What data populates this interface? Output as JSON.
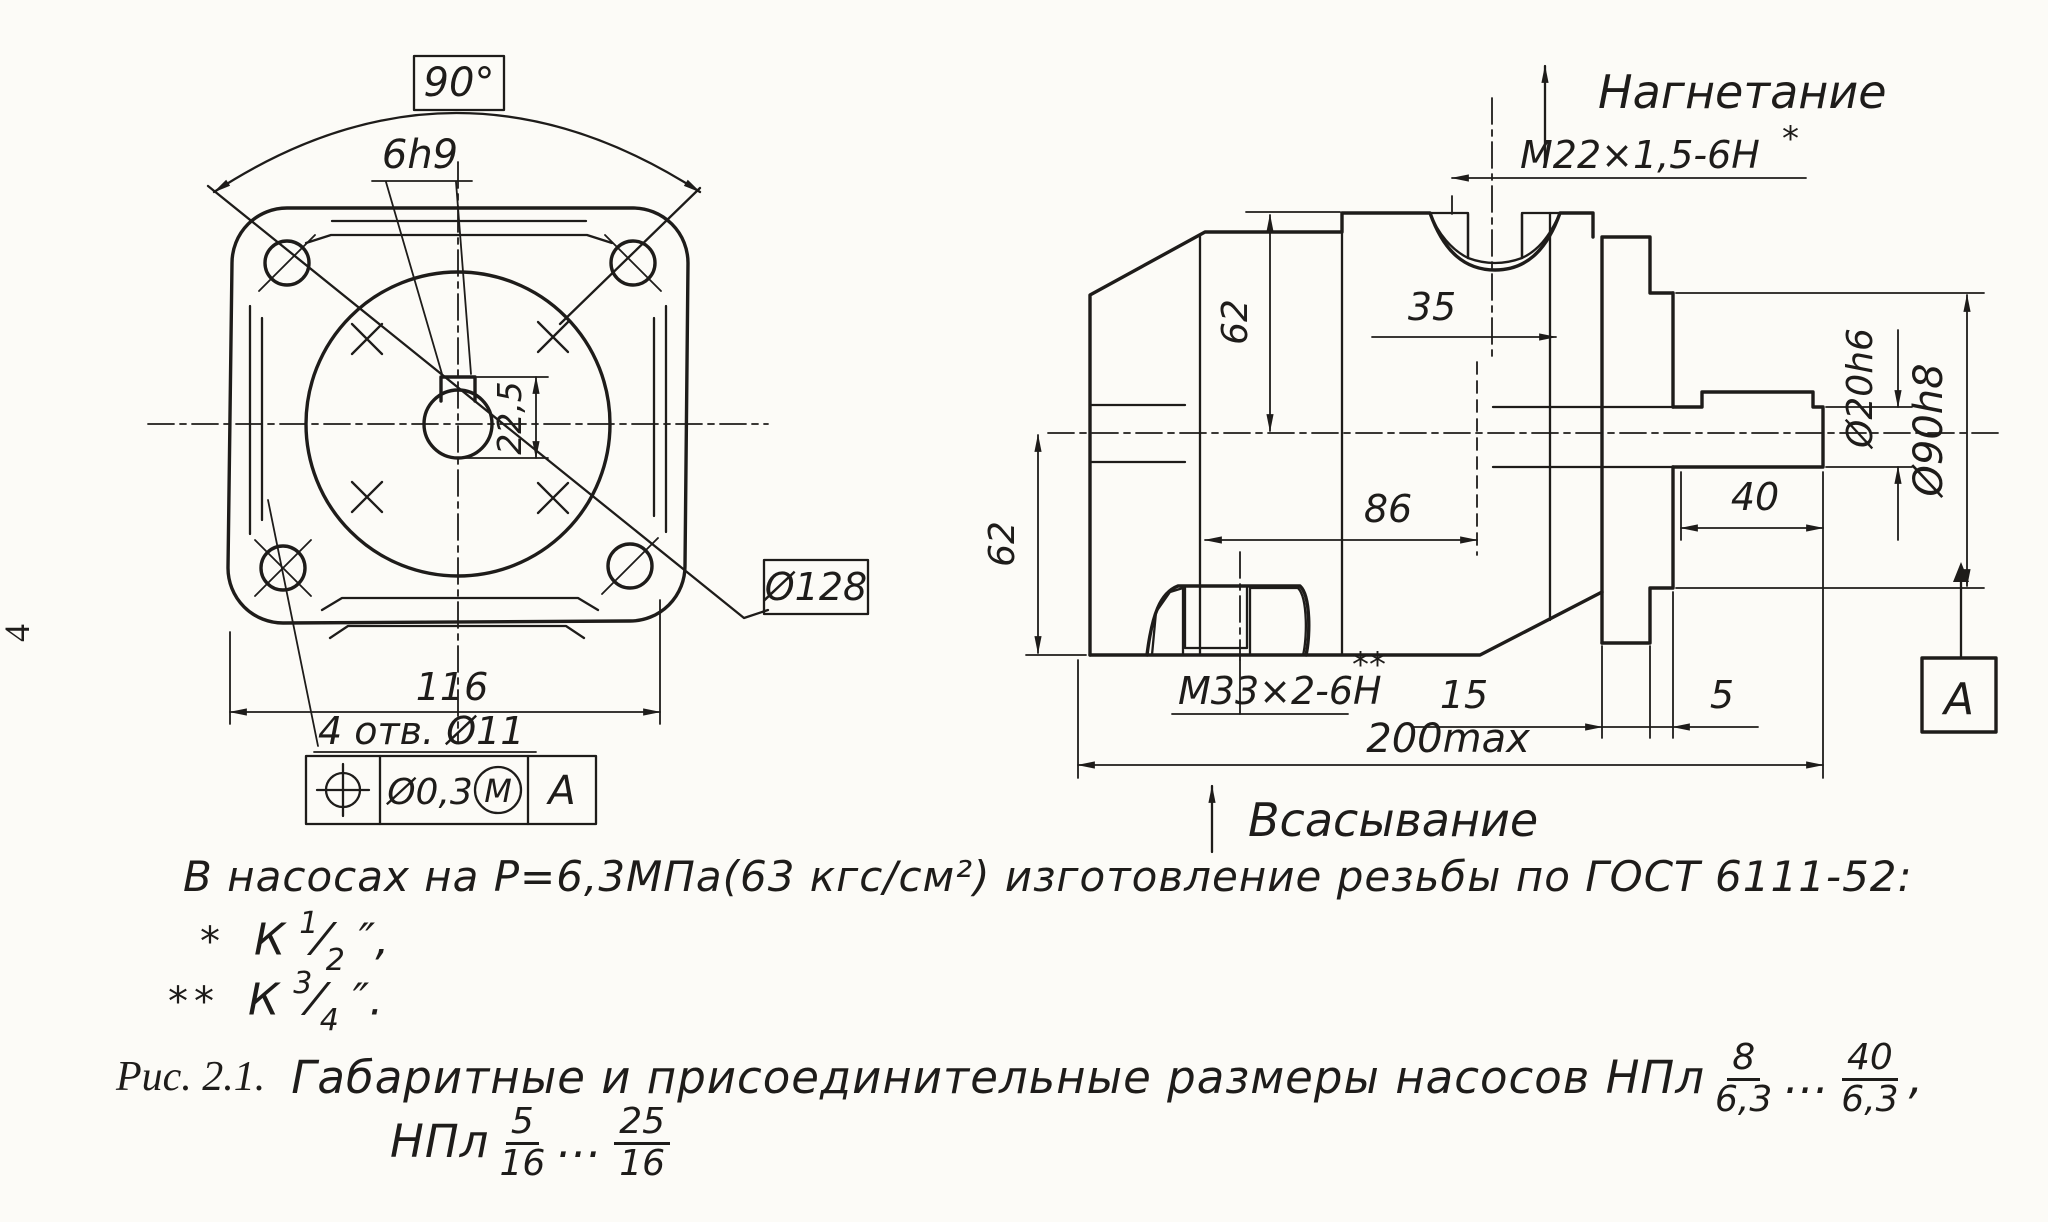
{
  "page": {
    "number": "4"
  },
  "front_view": {
    "angle": "90°",
    "keyway": "6h9",
    "keyway_depth": "22,5",
    "circle_dia": "Ø128",
    "hole_spacing": "116",
    "holes_note": "4 отв. Ø11",
    "tolerance": {
      "value": "Ø0,3",
      "modifier": "M",
      "datum": "A"
    }
  },
  "side_view": {
    "discharge_label": "Нагнетание",
    "discharge_thread": "M22×1,5-6H",
    "discharge_star": "*",
    "suction_label": "Всасывание",
    "suction_thread": "M33×2-6H",
    "suction_star": "**",
    "dim_62_top": "62",
    "dim_62_left": "62",
    "dim_35": "35",
    "dim_86": "86",
    "dim_40": "40",
    "dim_15": "15",
    "dim_5": "5",
    "dim_length": "200max",
    "shaft_dia": "Ø20h6",
    "spigot_dia": "Ø90h8",
    "datum": "A"
  },
  "notes": {
    "line1": "В насосах на Р=6,3МПа(63 кгс/см²) изготовление резьбы по ГОСТ 6111-52:",
    "slash": "⁄",
    "fn1_star": "*",
    "fn1_prefix": "К",
    "fn1_num": "1",
    "fn1_den": "2",
    "fn1_suffix": "″,",
    "fn2_star": "**",
    "fn2_prefix": "К",
    "fn2_num": "3",
    "fn2_den": "4",
    "fn2_suffix": "″."
  },
  "caption": {
    "fig": "Рис. 2.1.",
    "text": "Габаритные  и  присоединительные  размеры  насосов  НПл",
    "f1_num": "8",
    "f1_den": "6,3",
    "dots1": "…",
    "f2_num": "40",
    "f2_den": "6,3",
    "comma": " ,",
    "line2": "НПл",
    "f3_num": "5",
    "f3_den": "16",
    "dots2": "…",
    "f4_num": "25",
    "f4_den": "16"
  }
}
